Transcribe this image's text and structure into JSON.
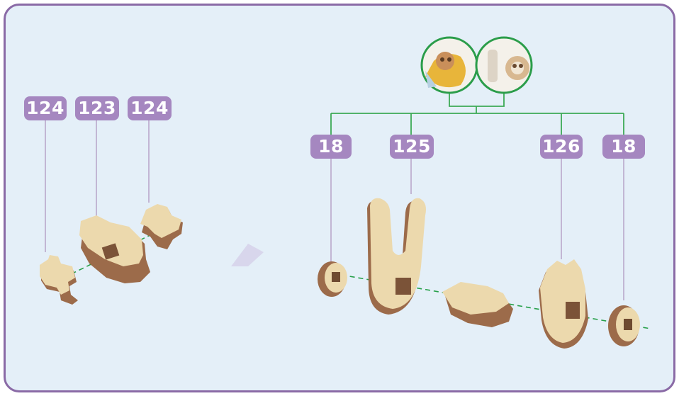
{
  "colors": {
    "frame": "#8a6aa6",
    "background": "#e4eff8",
    "badge": "#a587c0",
    "badge_text": "#ffffff",
    "leader_line": "#b6a3c8",
    "tree_line": "#3caa55",
    "axis_line": "#27a04a",
    "wood_light": "#ecd9ad",
    "wood_dark": "#9c6b4a"
  },
  "left_group": {
    "badges": [
      {
        "label": "124"
      },
      {
        "label": "123"
      },
      {
        "label": "124"
      }
    ]
  },
  "right_group": {
    "badges": [
      {
        "label": "18"
      },
      {
        "label": "125"
      },
      {
        "label": "126"
      },
      {
        "label": "18"
      }
    ],
    "reference_icons": [
      "model-detail-thumbnail-1",
      "model-detail-thumbnail-2"
    ]
  },
  "arrow_icon": "chevron-right-icon"
}
